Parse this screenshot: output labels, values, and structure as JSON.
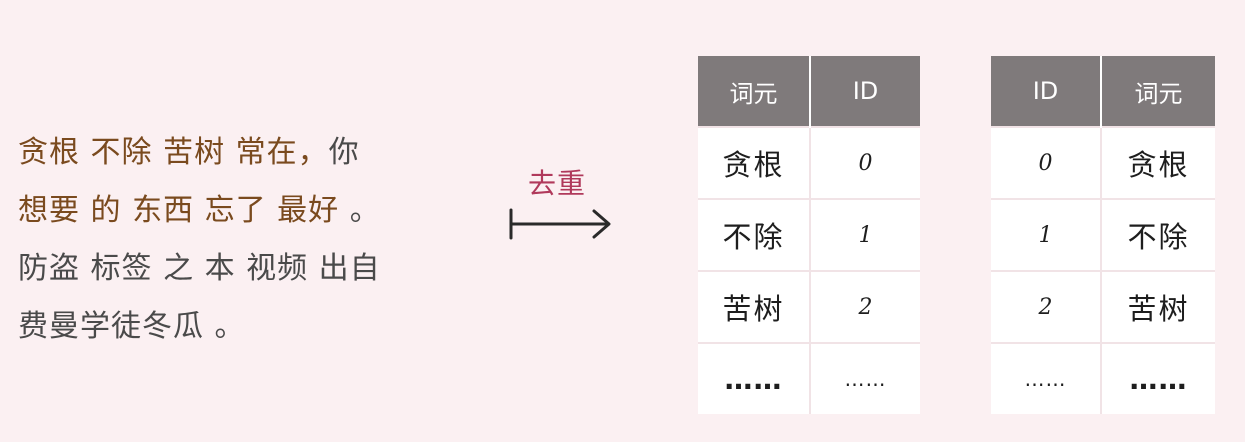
{
  "paragraph": {
    "line1": {
      "part1": "贪根 不除 苦树 常在，",
      "part2": "你"
    },
    "line2": {
      "part1": "想要 的 东西 忘了 最好",
      "part2": " 。"
    },
    "line3": "防盗 标签 之 本 视频 出自",
    "line4": "费曼学徒冬瓜 。"
  },
  "arrow": {
    "label": "去重"
  },
  "table_left": {
    "headers": [
      "词元",
      "ID"
    ],
    "rows": [
      {
        "word": "贪根",
        "id": "0"
      },
      {
        "word": "不除",
        "id": "1"
      },
      {
        "word": "苦树",
        "id": "2"
      },
      {
        "word": "……",
        "id": "……"
      }
    ]
  },
  "table_right": {
    "headers": [
      "ID",
      "词元"
    ],
    "rows": [
      {
        "id": "0",
        "word": "贪根"
      },
      {
        "id": "1",
        "word": "不除"
      },
      {
        "id": "2",
        "word": "苦树"
      },
      {
        "id": "……",
        "word": "……"
      }
    ]
  },
  "colors": {
    "background": "#fbf0f2",
    "header_fill": "#7f7a7b",
    "arrow_label": "#b0395b",
    "text_highlight": "#7a4a1e"
  }
}
